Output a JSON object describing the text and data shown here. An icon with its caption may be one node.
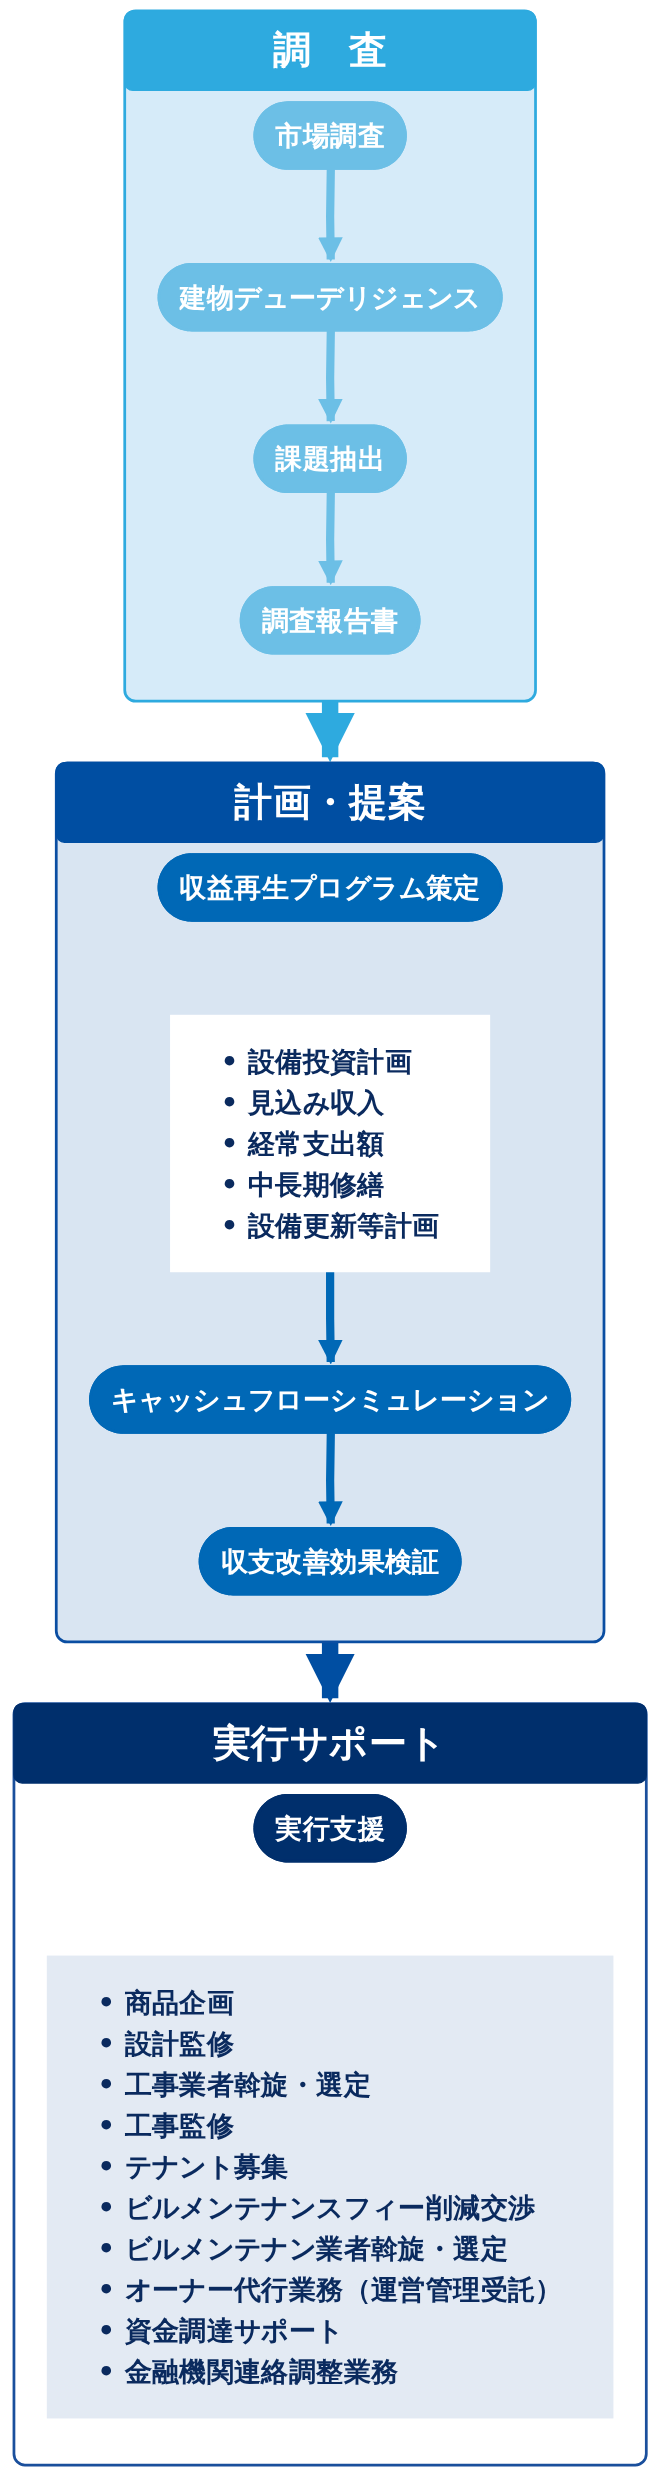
{
  "diagram": {
    "nodes": [
      {
        "text": [
          "調　査"
        ]
      },
      {
        "text": [
          "市場調査"
        ],
        "in": 0
      },
      {
        "text": [
          "建物デューデリジェンス"
        ],
        "in": 0
      },
      {
        "text": [
          "課題抽出"
        ],
        "in": 0
      },
      {
        "text": [
          "調査報告書"
        ],
        "in": 0
      },
      {
        "text": [
          "計画・提案"
        ]
      },
      {
        "text": [
          "収益再生プログラム策定"
        ],
        "in": 5
      },
      {
        "text": [
          "• 設備投資計画",
          "• 見込み収入",
          "• 経常支出額",
          "• 中長期修繕",
          "• 設備更新等計画"
        ],
        "in": 5
      },
      {
        "text": [
          "キャッシュフローシミュレーション"
        ],
        "in": 5
      },
      {
        "text": [
          "収支改善効果検証"
        ],
        "in": 5
      },
      {
        "text": [
          "実行サポート"
        ]
      },
      {
        "text": [
          "実行支援"
        ],
        "in": 10
      },
      {
        "text": [
          "• 商品企画",
          "• 設計監修",
          "• 工事業者斡旋・選定",
          "• 工事監修",
          "• テナント募集",
          "• ビルメンテナンスフィー削減交渉",
          "• ビルメンテナン業者斡旋・選定",
          "• オーナー代行業務（運営管理受託）",
          "• 資金調達サポート",
          "• 金融機関連絡調整業務"
        ],
        "in": 10
      }
    ],
    "edges": [
      {
        "from": 1,
        "to": 2,
        "arrow": "to"
      },
      {
        "from": 2,
        "to": 3,
        "arrow": "to"
      },
      {
        "from": 3,
        "to": 4,
        "arrow": "to"
      },
      {
        "from": 0,
        "to": 5,
        "arrow": "to",
        "style": "thick",
        "color": "#2eaadf"
      },
      {
        "from": 7,
        "to": 8,
        "arrow": "to",
        "color": "#0068b6"
      },
      {
        "from": 8,
        "to": 9,
        "arrow": "to",
        "color": "#0068b6"
      },
      {
        "from": 5,
        "to": 10,
        "arrow": "to",
        "style": "thick",
        "color": "#004ea2"
      }
    ]
  }
}
